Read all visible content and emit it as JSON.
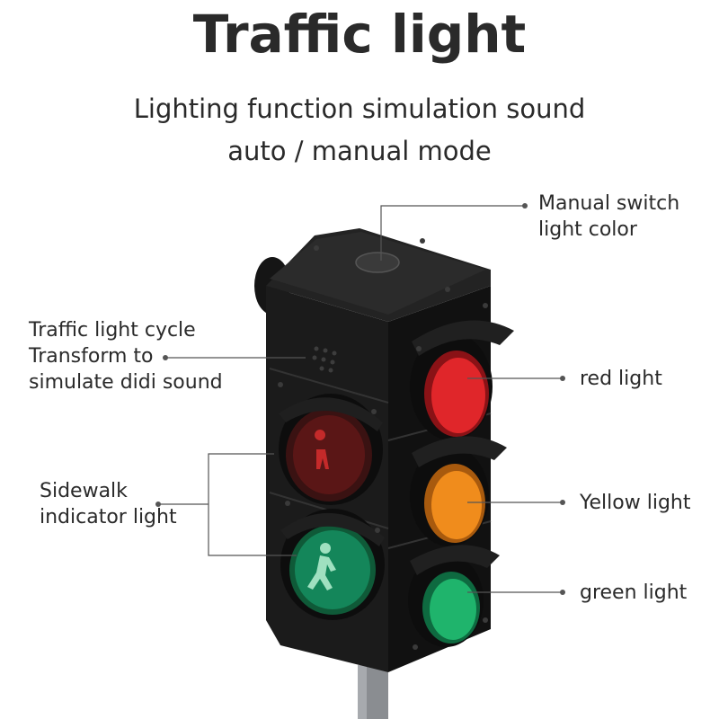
{
  "title": "Traffic light",
  "subtitle_line1": "Lighting function simulation sound",
  "subtitle_line2": "auto / manual mode",
  "callouts": {
    "manual_switch": [
      "Manual switch",
      "light color"
    ],
    "cycle_sound": [
      "Traffic light cycle",
      "Transform to",
      "simulate didi sound"
    ],
    "sidewalk": [
      "Sidewalk",
      "indicator light"
    ],
    "red": "red light",
    "yellow": "Yellow light",
    "green": "green light"
  },
  "colors": {
    "housing": "#1c1c1c",
    "red": "#e0262a",
    "yellow": "#f08c1c",
    "green": "#1fb46c",
    "pole": "#8a8d91"
  }
}
